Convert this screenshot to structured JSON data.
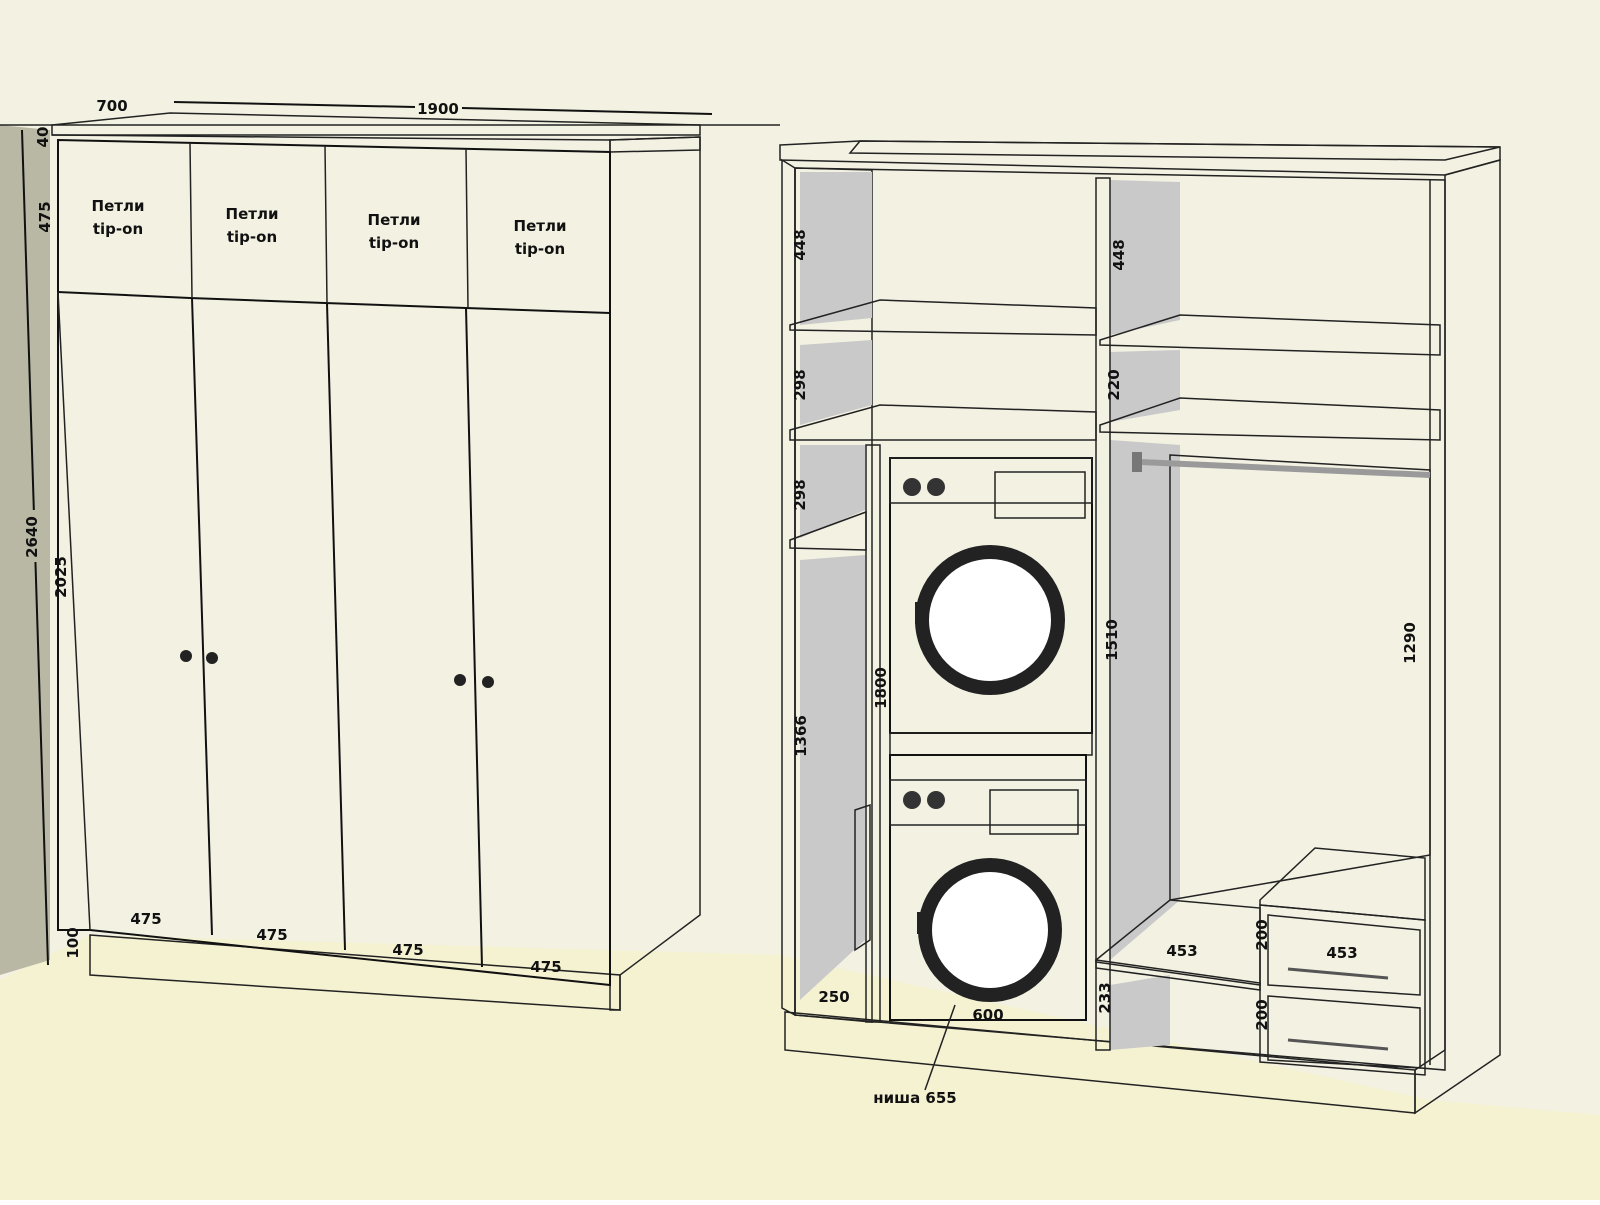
{
  "colors": {
    "wall": "#f3f1e2",
    "floor": "#f5f2d2",
    "left_wall": "#b8b8a4",
    "side_panel": "#cfcfcf",
    "cabinet_face": "#ffffff",
    "outline": "#111111",
    "machine_window": "#222222",
    "rod": "#9a9a9a"
  },
  "left_cabinet": {
    "top_width": "1900",
    "depth": "700",
    "height_total": "2640",
    "heights": {
      "top_strip": "40",
      "mezzanine": "475",
      "doors": "2025",
      "plinth": "100"
    },
    "hinge_label_line1": "Петли",
    "hinge_label_line2": "tip-on",
    "door_widths": [
      "475",
      "475",
      "475",
      "475"
    ]
  },
  "right_cabinet": {
    "left_column": {
      "upper": "448",
      "mid": "298",
      "lower_shelf": "298",
      "tall": "1366",
      "bottom_width": "250"
    },
    "machine_column": {
      "height": "1800",
      "width": "600",
      "niche_label": "ниша 655"
    },
    "middle_column": {
      "upper": "448",
      "mid": "220",
      "tall": "1510",
      "shelf_width": "453",
      "bottom": "233"
    },
    "right_column": {
      "hanging": "1290",
      "drawer_width": "453",
      "drawer_top": "200",
      "drawer_bottom": "200"
    }
  },
  "icons": [
    "door-knob-icon",
    "washing-machine-icon",
    "hanger-rod-icon",
    "drawer-handle-icon"
  ]
}
